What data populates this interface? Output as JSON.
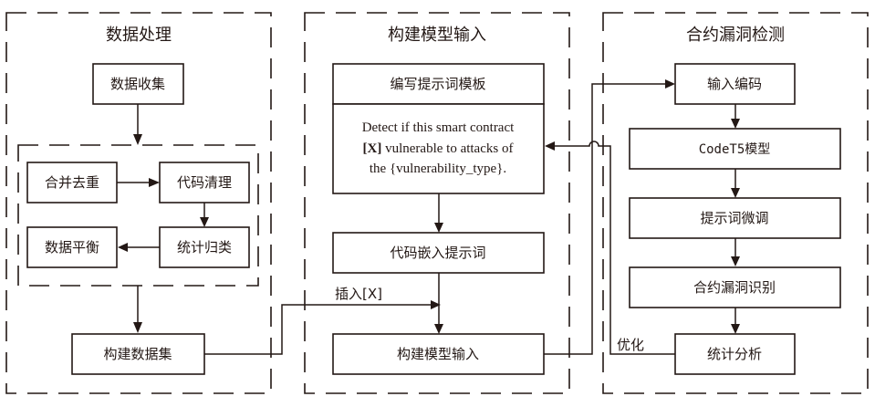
{
  "panels": {
    "data_processing": {
      "title": "数据处理",
      "boxes": {
        "collect": "数据收集",
        "dedup": "合并去重",
        "clean": "代码清理",
        "classify": "统计归类",
        "balance": "数据平衡",
        "build_dataset": "构建数据集"
      }
    },
    "model_input": {
      "title": "构建模型输入",
      "boxes": {
        "template_header": "编写提示词模板",
        "template_line1": "Detect if this smart contract",
        "template_line2_bold": "[X]",
        "template_line2_rest": " vulnerable to attacks of",
        "template_line3": "the {vulnerability_type}.",
        "embed": "代码嵌入提示词",
        "build_input": "构建模型输入"
      }
    },
    "detection": {
      "title": "合约漏洞检测",
      "boxes": {
        "encode": "输入编码",
        "model": "CodeT5模型",
        "finetune": "提示词微调",
        "identify": "合约漏洞识别",
        "analysis": "统计分析"
      }
    }
  },
  "edge_labels": {
    "insert": "插入[X]",
    "optimize": "优化"
  }
}
